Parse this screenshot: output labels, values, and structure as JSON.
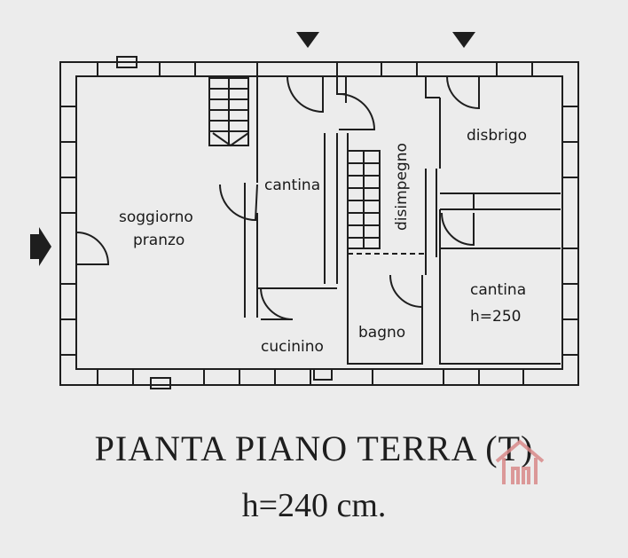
{
  "colors": {
    "line": "#1e1e1e",
    "paper": "#ececec",
    "watermark": "#d98a8a"
  },
  "rooms": {
    "soggiorno_line1": "soggiorno",
    "soggiorno_line2": "pranzo",
    "cantina_center": "cantina",
    "disimpegno": "disimpegno",
    "disbrigo": "disbrigo",
    "cantina_right_line1": "cantina",
    "cantina_right_line2": "h=250",
    "cucinino": "cucinino",
    "bagno": "bagno"
  },
  "caption": {
    "title": "PIANTA PIANO TERRA (T)",
    "height": "h=240 cm."
  },
  "icons": [
    "entrance-arrow-icon",
    "staircase-icon",
    "watermark-house-icon"
  ]
}
